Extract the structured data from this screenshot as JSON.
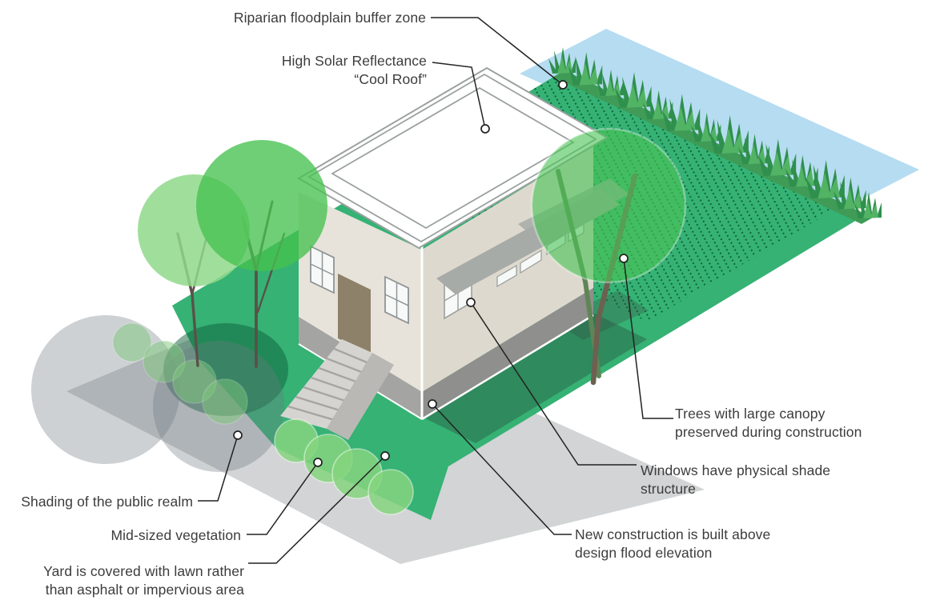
{
  "labels": {
    "riparian": {
      "text": "Riparian floodplain buffer zone"
    },
    "cool_roof": {
      "line1": "High Solar Reflectance",
      "line2": "“Cool Roof”"
    },
    "trees": {
      "line1": "Trees with large canopy",
      "line2": "preserved during construction"
    },
    "windows": {
      "line1": "Windows have physical shade",
      "line2": "structure"
    },
    "new_construction": {
      "line1": "New construction is built above",
      "line2": "design flood elevation"
    },
    "shading": {
      "text": "Shading of the public realm"
    },
    "mid_vegetation": {
      "text": "Mid-sized vegetation"
    },
    "yard": {
      "line1": "Yard is covered with lawn rather",
      "line2": "than asphalt or impervious area"
    }
  },
  "colors": {
    "water": "#b5dcf1",
    "lawn": "#35b274",
    "riparian_dots": "#0f5e39",
    "shore_band": "#3f9b56",
    "street": "#d2d4d5",
    "wall_left": "#e7e3da",
    "wall_right": "#ded9ce",
    "foundation_left": "#a4a4a2",
    "foundation_right": "#8f8f8d",
    "door": "#8d8169",
    "roof": "#ffffff",
    "roof_outline": "#9ba19f",
    "awning": "#a7aba8",
    "canopy_light": "#8fd88b",
    "canopy_bright": "#47c24f",
    "canopy_right": "#4bc457",
    "bush": "#86d57f",
    "shadow_green": "#2f8a5d",
    "label_text": "#3c3c3c",
    "leader": "#222222"
  }
}
